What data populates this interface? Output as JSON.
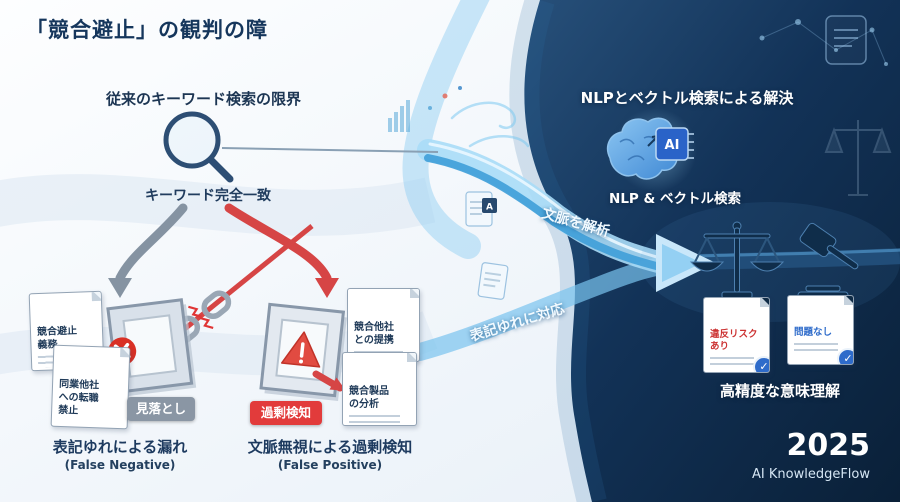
{
  "title": "「競合避止」の観判の障",
  "legacy": {
    "heading": "従来のキーワード検索の限界",
    "keyword_node": "キーワード完全一致",
    "miss_badge": "見落とし",
    "over_badge": "過剰検知",
    "fn_doc1": "競合避止\n義務",
    "fn_doc2": "同業他社\nへの転職\n禁止",
    "fp_doc1": "競合他社\nとの提携",
    "fp_doc2": "競合製品\nの分析",
    "fn_caption": "表記ゆれによる漏れ",
    "fn_sub": "(False Negative)",
    "fp_caption": "文脈無視による過剰検知",
    "fp_sub": "(False Positive)"
  },
  "solution": {
    "heading": "NLPとベクトル検索による解決",
    "chip": "AI",
    "node": "NLP & ベクトル検索",
    "flow_context": "文脈を解析",
    "flow_variant": "表記ゆれに対応",
    "risk_doc": "違反リスク\nあり",
    "ok_doc": "問題なし",
    "caption": "高精度な意味理解",
    "year": "2025",
    "brand": "AI KnowledgeFlow",
    "decor_a": "A"
  },
  "icons": {
    "check": "✓"
  },
  "colors": {
    "navy": "#15365c",
    "red": "#d63a3a",
    "gray": "#8a96a4",
    "flow_blue": "#7cc4ee",
    "dark_bg": "#0e2742",
    "accent_blue": "#2e6bca"
  }
}
